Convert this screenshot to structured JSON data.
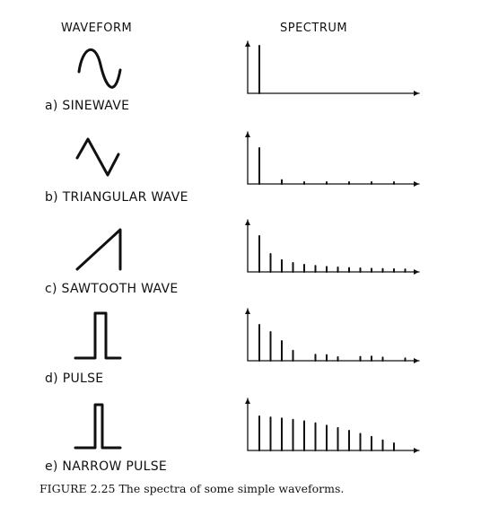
{
  "headers": {
    "waveform": "WAVEFORM",
    "spectrum": "SPECTRUM"
  },
  "rows": [
    {
      "label": "a) SINEWAVE",
      "spectrum_heights": [
        1.0
      ]
    },
    {
      "label": "b) TRIANGULAR WAVE",
      "spectrum_heights": [
        1.0,
        0.0,
        0.11,
        0.0,
        0.04,
        0.0,
        0.02,
        0.0,
        0.015,
        0.0,
        0.01,
        0.0,
        0.008
      ]
    },
    {
      "label": "c) SAWTOOTH WAVE",
      "spectrum_heights": [
        1.0,
        0.5,
        0.33,
        0.25,
        0.2,
        0.17,
        0.14,
        0.125,
        0.11,
        0.1,
        0.09,
        0.083,
        0.077,
        0.071
      ]
    },
    {
      "label": "d) PULSE",
      "spectrum_heights": [
        1.0,
        0.8,
        0.55,
        0.28,
        0.0,
        0.17,
        0.16,
        0.1,
        0.0,
        0.11,
        0.12,
        0.09,
        0.0,
        0.07
      ]
    },
    {
      "label": "e) NARROW PULSE",
      "spectrum_heights": [
        1.0,
        0.97,
        0.94,
        0.9,
        0.86,
        0.8,
        0.73,
        0.66,
        0.58,
        0.49,
        0.4,
        0.3,
        0.21
      ]
    }
  ],
  "caption": "FIGURE 2.25  The spectra of some simple waveforms."
}
